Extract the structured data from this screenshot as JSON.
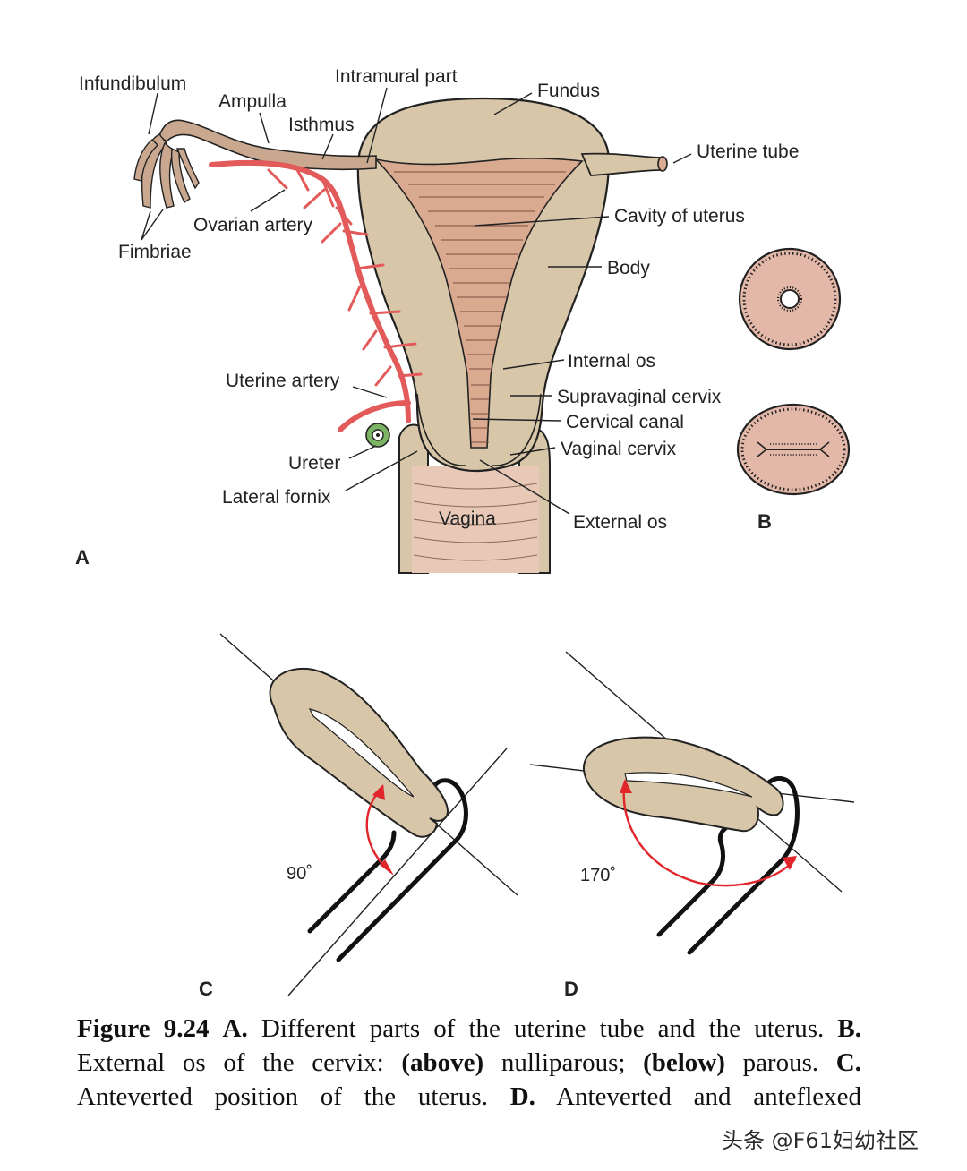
{
  "colors": {
    "tissue": "#d8c6a9",
    "tissue_edge": "#222222",
    "cavity": "#d9a990",
    "artery": "#e25a5a",
    "vagina": "#e8c9b8",
    "ureter": "#7db463",
    "os_disc": "#e4b8a8",
    "arrow_red": "#e0262a"
  },
  "figure": {
    "labels": {
      "infundibulum": "Infundibulum",
      "ampulla": "Ampulla",
      "intramural_part": "Intramural part",
      "isthmus": "Isthmus",
      "fundus": "Fundus",
      "uterine_tube": "Uterine tube",
      "cavity_of_uterus": "Cavity of uterus",
      "ovarian_artery": "Ovarian artery",
      "fimbriae": "Fimbriae",
      "body": "Body",
      "internal_os": "Internal os",
      "uterine_artery": "Uterine artery",
      "supravaginal_cervix": "Supravaginal cervix",
      "cervical_canal": "Cervical canal",
      "ureter": "Ureter",
      "vaginal_cervix": "Vaginal cervix",
      "lateral_fornix": "Lateral fornix",
      "vagina": "Vagina",
      "external_os": "External os"
    },
    "panels": {
      "a": "A",
      "b": "B",
      "c": "C",
      "d": "D"
    },
    "angles": {
      "c": "90˚",
      "d": "170˚"
    }
  },
  "caption": {
    "line1": {
      "fig": "Figure 9.24",
      "a": "A.",
      "text_a": "Different parts of the uterine tube and the uterus.",
      "b": "B."
    },
    "line2": {
      "text_b": "External os of the cervix:",
      "above": "(above)",
      "nulli": "nulliparous;",
      "below": "(below)",
      "parous": "parous.",
      "c": "C."
    },
    "line3": {
      "text_c": "Anteverted position of the uterus.",
      "d": "D.",
      "text_d": "Anteverted and anteflexed"
    }
  },
  "watermark": "头条 @F61妇幼社区"
}
